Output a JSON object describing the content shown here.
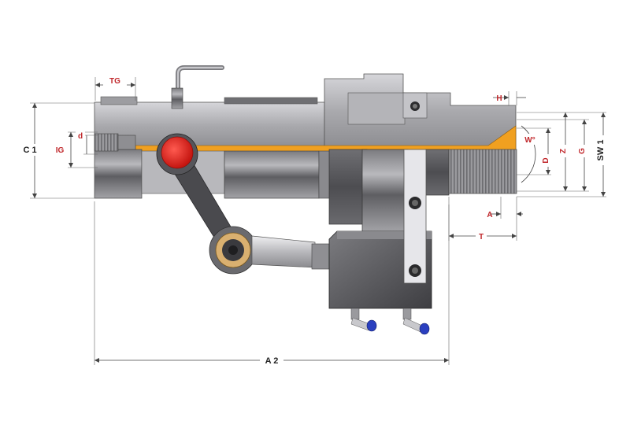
{
  "labels": {
    "TG": "TG",
    "H": "H",
    "d": "d",
    "IG": "IG",
    "C1": "C 1",
    "W": "W°",
    "D": "D",
    "Z": "Z",
    "G": "G",
    "SW1": "SW 1",
    "A": "A",
    "T": "T",
    "A2": "A 2"
  },
  "colors": {
    "label_red": "#c0262a",
    "label_black": "#222222",
    "body_gray": "#a8a8ac",
    "cutaway_orange": "#f0a020",
    "piston_red": "#e8231e",
    "fitting_blue": "#2a3fbf",
    "fitting_green": "#2fa84a"
  }
}
